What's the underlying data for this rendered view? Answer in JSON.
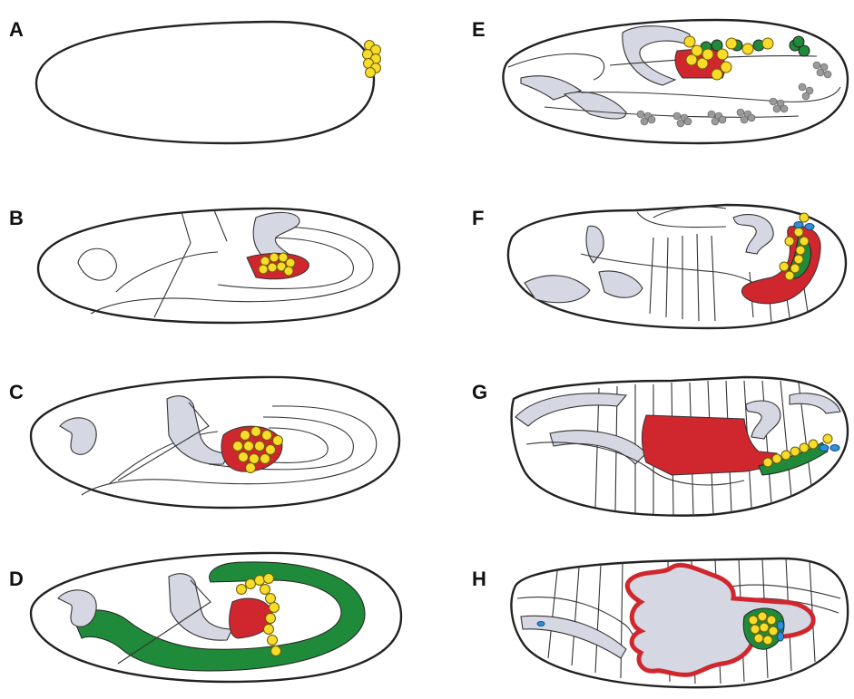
{
  "panels": [
    {
      "id": "A",
      "label": "A"
    },
    {
      "id": "B",
      "label": "B"
    },
    {
      "id": "C",
      "label": "C"
    },
    {
      "id": "D",
      "label": "D"
    },
    {
      "id": "E",
      "label": "E"
    },
    {
      "id": "F",
      "label": "F"
    },
    {
      "id": "G",
      "label": "G"
    },
    {
      "id": "H",
      "label": "H"
    }
  ],
  "colors": {
    "pole_cells": "#f7dc2a",
    "endoderm": "#d0272f",
    "mesoderm": "#1f8a3a",
    "folds": "#d5d8e2",
    "cells_blue": "#2f8fd8",
    "cells_grey": "#9a9a9a"
  }
}
